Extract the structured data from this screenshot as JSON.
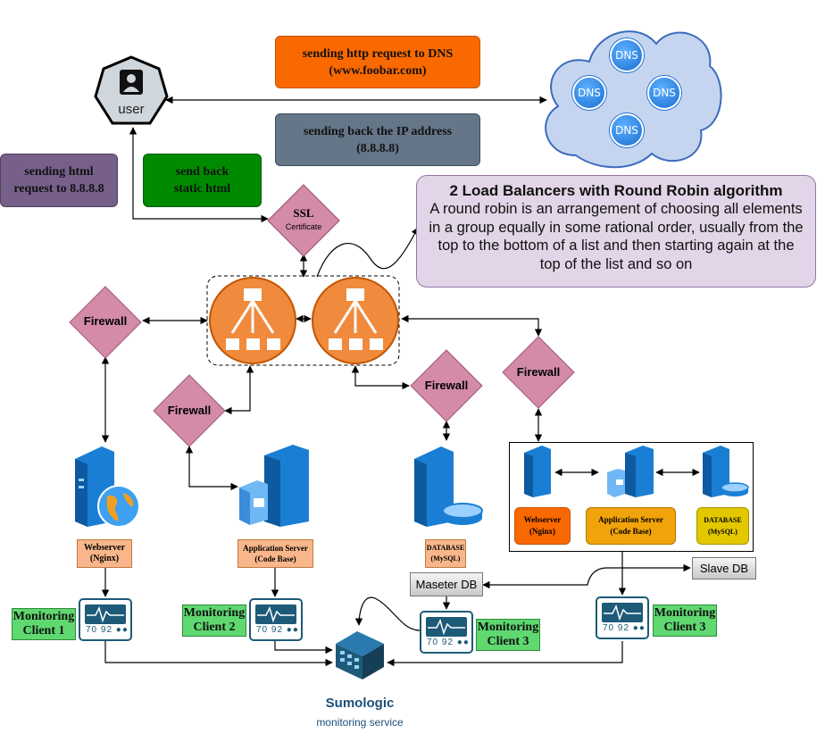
{
  "user": {
    "label": "user"
  },
  "dns": {
    "nodes": [
      "DNS",
      "DNS",
      "DNS",
      "DNS"
    ]
  },
  "notes": {
    "http_request": "sending http request to DNS\n(www.foobar.com)",
    "ip_back": "sending back the IP address\n(8.8.8.8)",
    "html_request": "sending html\nrequest to 8.8.8.8",
    "static_html": "send back\nstatic html"
  },
  "ssl": {
    "title": "SSL",
    "subtitle": "Certificate"
  },
  "round_robin": {
    "title": "2 Load Balancers with Round Robin algorithm",
    "body": "A round robin is an arrangement of choosing all elements in a group equally in some rational order, usually from the top to the bottom of a list and then starting again at the top of the list and so on"
  },
  "firewalls": [
    "Firewall",
    "Firewall",
    "Firewall",
    "Firewall"
  ],
  "servers": {
    "webserver": "Webserver\n(Nginx)",
    "app_server": "Application Server\n(Code Base)",
    "database": "DATABASE\n(MySQL)"
  },
  "cluster": {
    "webserver": "Webserver\n(Nginx)",
    "app_server": "Application Server\n(Code Base)",
    "database": "DATABASE\n(MySQL)"
  },
  "db_roles": {
    "master": "Maseter DB",
    "slave": "Slave DB"
  },
  "monitors": [
    {
      "label": "Monitoring\nClient 1",
      "readout": "70 92 ●●"
    },
    {
      "label": "Monitoring\nClient 2",
      "readout": "70 92 ●●"
    },
    {
      "label": "Monitoring\nClient 3",
      "readout": "70 92 ●●"
    },
    {
      "label": "Monitoring\nClient 3",
      "readout": "70 92 ●●"
    }
  ],
  "sumologic": {
    "title": "Sumologic",
    "subtitle": "monitoring service"
  },
  "icons": [
    "user-icon",
    "dns-icon",
    "load-balancer-icon",
    "server-icon",
    "globe-icon",
    "database-icon",
    "monitor-icon",
    "building-icon"
  ],
  "colors": {
    "orange_note": "#fa6800",
    "slate_note": "#647687",
    "purple_note": "#76608a",
    "green_note": "#008a00",
    "firewall": "#d38ba8",
    "load_balancer": "#f08a3c",
    "round_robin_box": "#e1d5e7",
    "server": "#1a7fd4",
    "monitor": "#1d5a78",
    "monitor_label": "#5fd870",
    "sumologic": "#1d5a78"
  }
}
